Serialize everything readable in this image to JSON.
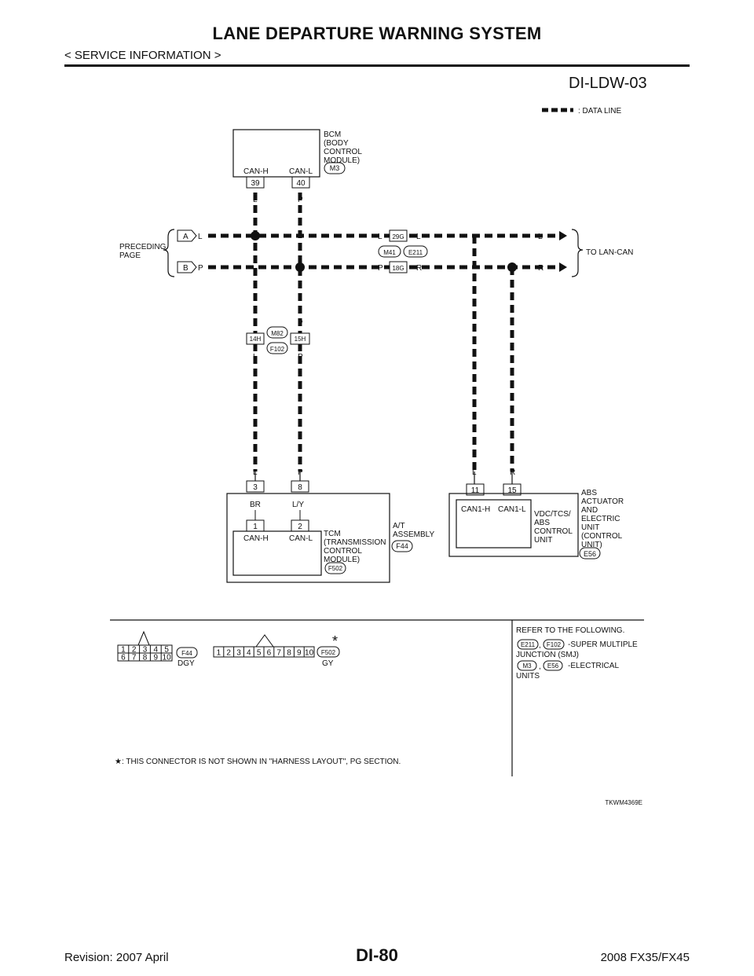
{
  "page": {
    "title": "LANE DEPARTURE WARNING SYSTEM",
    "subtitle": "< SERVICE INFORMATION >",
    "diagram_id": "DI-LDW-03",
    "page_number": "DI-80",
    "revision": "Revision: 2007 April",
    "model": "2008 FX35/FX45",
    "figure_code": "TKWM4369E"
  },
  "legend": {
    "data_line": ": DATA LINE"
  },
  "bcm": {
    "name_lines": [
      "BCM",
      "(BODY",
      " CONTROL",
      " MODULE)"
    ],
    "connector": "M3",
    "pins": [
      {
        "label": "CAN-H",
        "no": "39",
        "wire": "L"
      },
      {
        "label": "CAN-L",
        "no": "40",
        "wire": "P"
      }
    ]
  },
  "preceding": {
    "label_lines": [
      "PRECEDING",
      "PAGE"
    ],
    "line_a": {
      "id": "A",
      "color": "L"
    },
    "line_b": {
      "id": "B",
      "color": "P"
    }
  },
  "to_lan": {
    "label": "TO LAN-CAN",
    "line_a_color": "L",
    "line_b_color": "R"
  },
  "joint": {
    "connector_left": "M41",
    "connector_right": "E211",
    "pin_a": "29G",
    "pin_b": "18G",
    "a_left": "L",
    "a_right": "L",
    "b_left": "P",
    "b_right": "R"
  },
  "inline": {
    "connector_top": "M82",
    "connector_bottom": "F102",
    "pin_l": "14H",
    "pin_p": "15H",
    "wire_l": "L",
    "wire_p": "P"
  },
  "tcm_wires": {
    "l": "L",
    "p": "P",
    "pin3": "3",
    "pin8": "8",
    "sub_l": "BR",
    "sub_p": "L/Y"
  },
  "abs_wires": {
    "l": "L",
    "r": "R",
    "pin11": "11",
    "pin15": "15"
  },
  "at_assembly": {
    "name_lines": [
      "A/T",
      "ASSEMBLY"
    ],
    "connector": "F44",
    "tcm_lines": [
      "TCM",
      "(TRANSMISSION",
      " CONTROL",
      " MODULE)"
    ],
    "tcm_connector": "F502",
    "pins": [
      {
        "no": "1",
        "label": "CAN-H"
      },
      {
        "no": "2",
        "label": "CAN-L"
      }
    ]
  },
  "abs": {
    "name_lines": [
      "ABS",
      "ACTUATOR",
      "AND",
      "ELECTRIC",
      "UNIT",
      "(CONTROL",
      "  UNIT)"
    ],
    "connector": "E56",
    "inner_lines": [
      "VDC/TCS/",
      "ABS",
      "CONTROL",
      "UNIT"
    ],
    "pin_labels": [
      "CAN1-H",
      "CAN1-L"
    ]
  },
  "connectors": {
    "f44": {
      "code": "F44",
      "color": "DGY",
      "top_row": [
        "1",
        "2",
        "3",
        "4",
        "5"
      ],
      "bottom_row": [
        "6",
        "7",
        "8",
        "9",
        "10"
      ]
    },
    "f502": {
      "code": "F502",
      "color": "GY",
      "pins": [
        "1",
        "2",
        "3",
        "4",
        "5",
        "6",
        "7",
        "8",
        "9",
        "10"
      ],
      "star": "*"
    }
  },
  "refer": {
    "heading": "REFER TO THE FOLLOWING.",
    "row1": {
      "c1": "E211",
      "c2": "F102",
      "desc_lines": [
        "-SUPER MULTIPLE",
        "JUNCTION (SMJ)"
      ]
    },
    "row2": {
      "c1": "M3",
      "c2": "E56",
      "desc_lines": [
        "-ELECTRICAL",
        "UNITS"
      ]
    },
    "comma": ","
  },
  "footnote": "★: THIS CONNECTOR IS NOT SHOWN IN \"HARNESS LAYOUT\", PG SECTION."
}
